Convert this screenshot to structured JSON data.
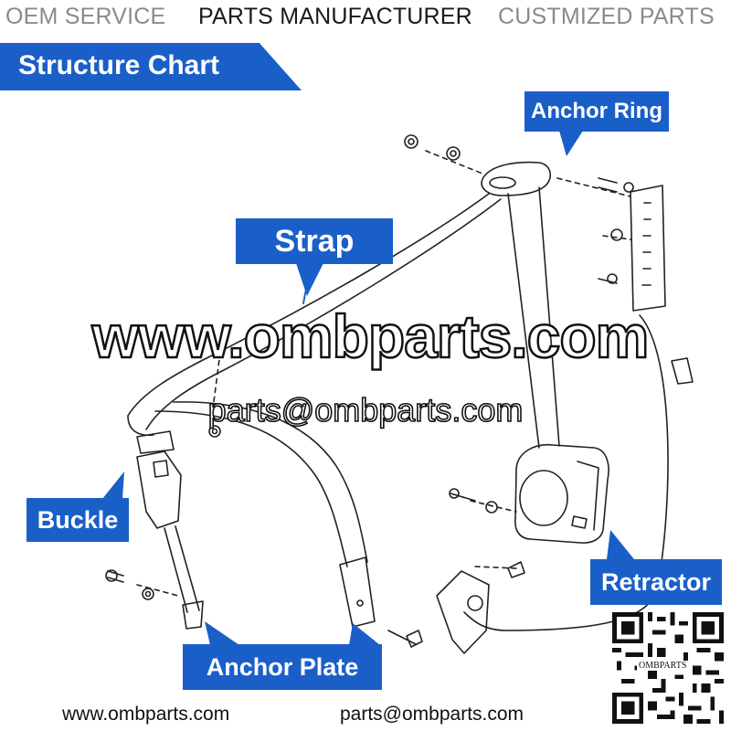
{
  "header": {
    "oem": "OEM SERVICE",
    "manufacturer": "PARTS MANUFACTURER",
    "custom": "CUSTMIZED PARTS"
  },
  "title": "Structure Chart",
  "callouts": {
    "anchor_ring": "Anchor Ring",
    "strap": "Strap",
    "buckle": "Buckle",
    "retractor": "Retractor",
    "anchor_plate": "Anchor Plate"
  },
  "watermark": {
    "website": "www.ombparts.com",
    "email": "parts@ombparts.com"
  },
  "footer": {
    "website": "www.ombparts.com",
    "email": "parts@ombparts.com"
  },
  "qr_label": "OMBPARTS",
  "colors": {
    "callout_blue": "#1a5fc8",
    "line_art": "#222222"
  }
}
